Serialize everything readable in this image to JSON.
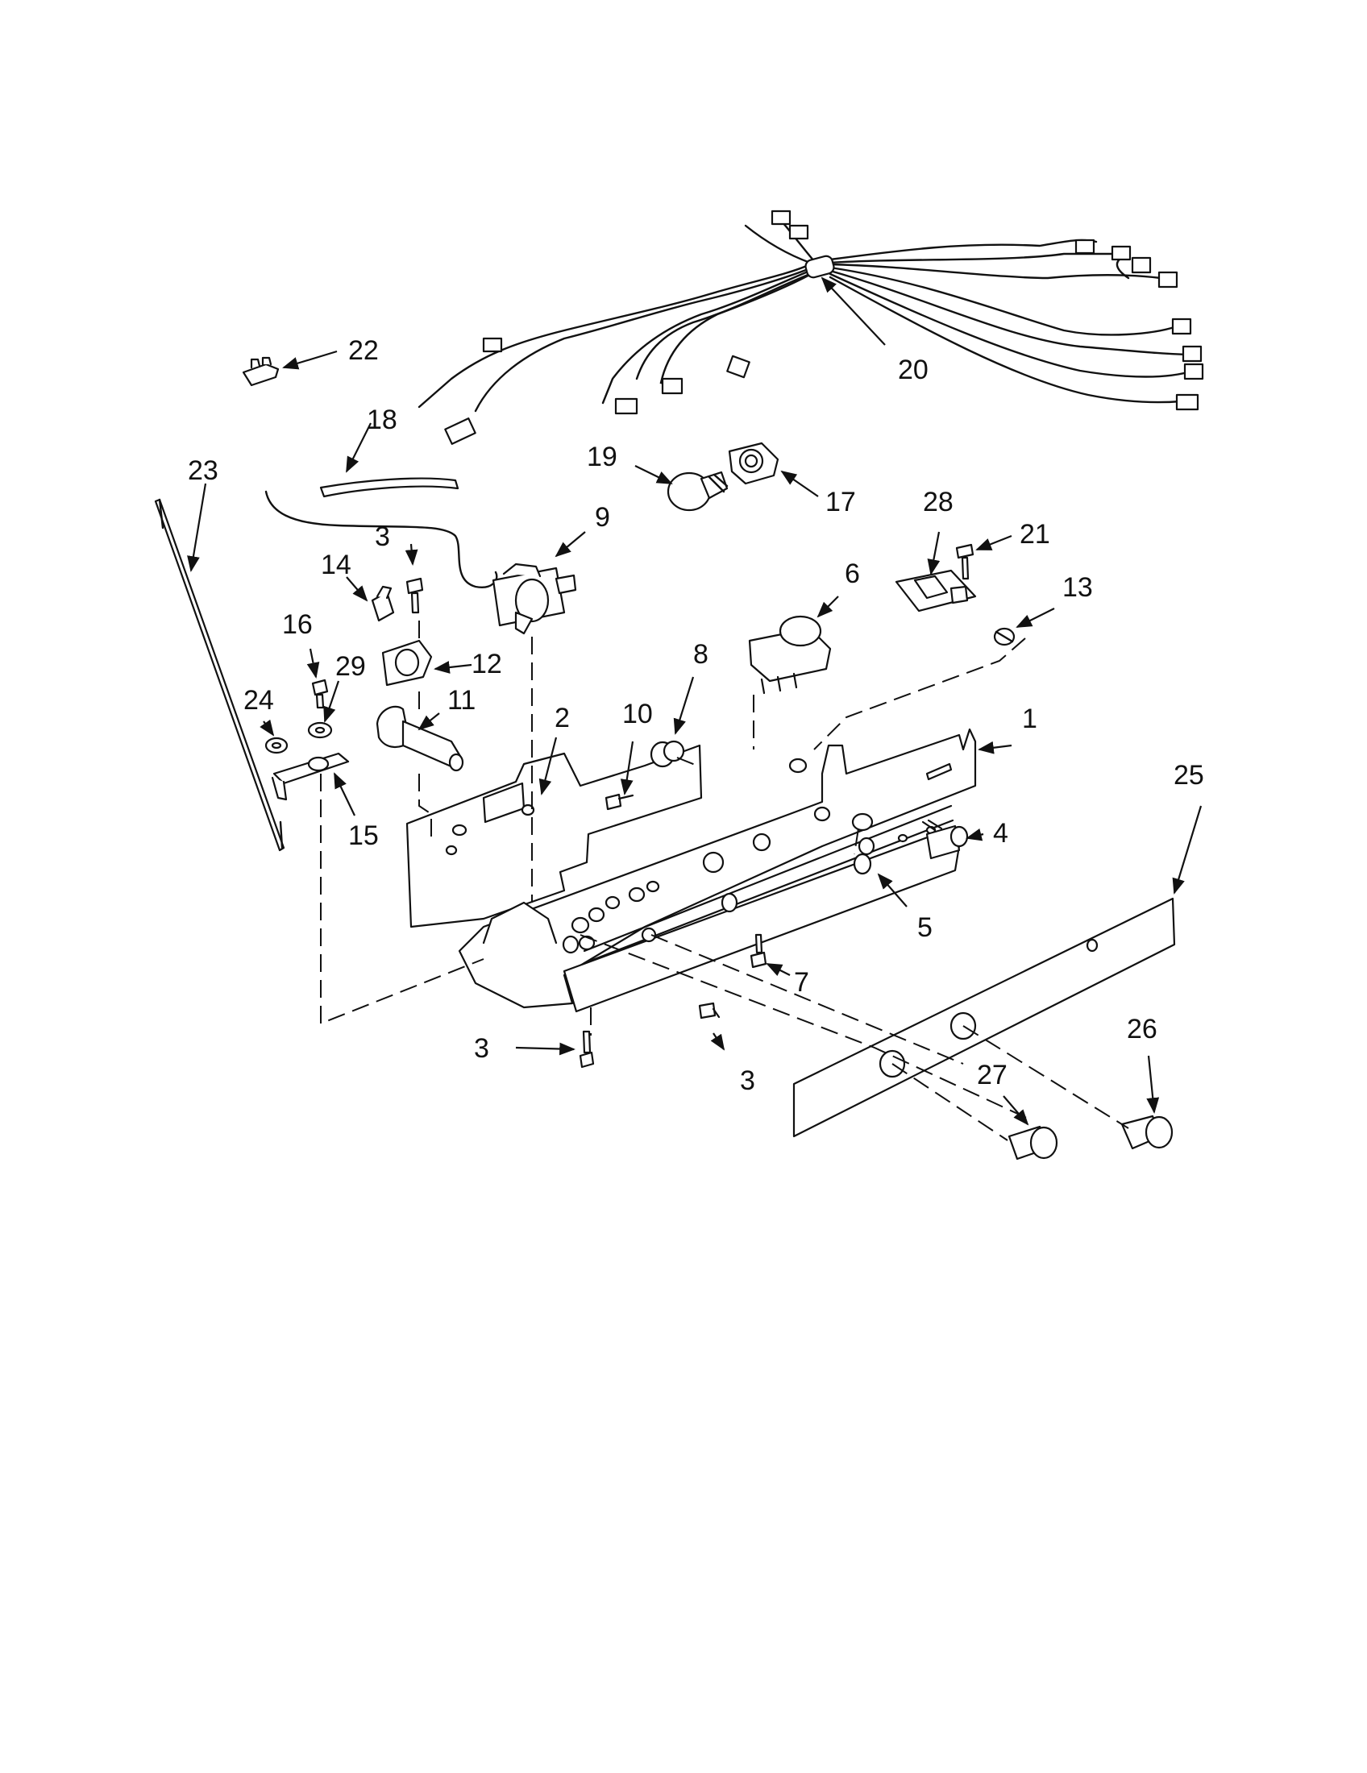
{
  "callouts": [
    {
      "id": "c1",
      "label": "1"
    },
    {
      "id": "c2",
      "label": "2"
    },
    {
      "id": "c3a",
      "label": "3"
    },
    {
      "id": "c3b",
      "label": "3"
    },
    {
      "id": "c3c",
      "label": "3"
    },
    {
      "id": "c4",
      "label": "4"
    },
    {
      "id": "c5",
      "label": "5"
    },
    {
      "id": "c6",
      "label": "6"
    },
    {
      "id": "c7",
      "label": "7"
    },
    {
      "id": "c8",
      "label": "8"
    },
    {
      "id": "c9",
      "label": "9"
    },
    {
      "id": "c10",
      "label": "10"
    },
    {
      "id": "c11",
      "label": "11"
    },
    {
      "id": "c12",
      "label": "12"
    },
    {
      "id": "c13",
      "label": "13"
    },
    {
      "id": "c14",
      "label": "14"
    },
    {
      "id": "c15",
      "label": "15"
    },
    {
      "id": "c16",
      "label": "16"
    },
    {
      "id": "c17",
      "label": "17"
    },
    {
      "id": "c18",
      "label": "18"
    },
    {
      "id": "c19",
      "label": "19"
    },
    {
      "id": "c20",
      "label": "20"
    },
    {
      "id": "c21",
      "label": "21"
    },
    {
      "id": "c22",
      "label": "22"
    },
    {
      "id": "c23",
      "label": "23"
    },
    {
      "id": "c24",
      "label": "24"
    },
    {
      "id": "c25",
      "label": "25"
    },
    {
      "id": "c26",
      "label": "26"
    },
    {
      "id": "c27",
      "label": "27"
    },
    {
      "id": "c28",
      "label": "28"
    },
    {
      "id": "c29",
      "label": "29"
    }
  ]
}
